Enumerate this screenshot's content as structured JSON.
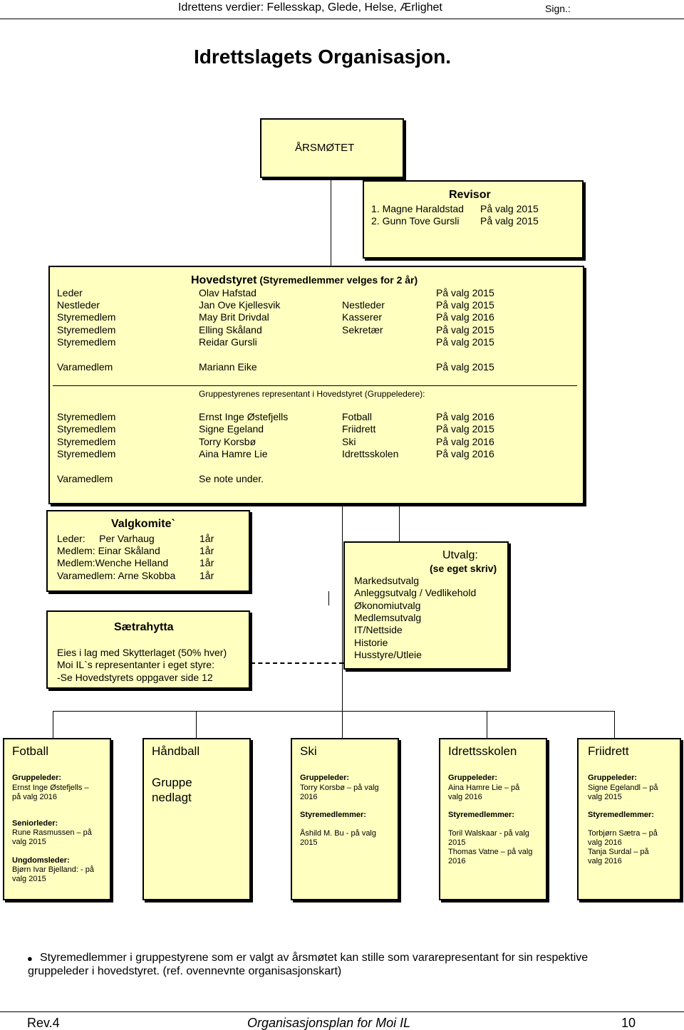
{
  "header": {
    "title": "Idrettens verdier: Fellesskap, Glede, Helse, Ærlighet",
    "sign": "Sign.:"
  },
  "page_title": "Idrettslagets Organisasjon.",
  "arsmote": {
    "title": "ÅRSMØTET"
  },
  "revisor": {
    "title": "Revisor",
    "rows": [
      {
        "name": "1. Magne Haraldstad",
        "valg": "På valg 2015"
      },
      {
        "name": "2. Gunn Tove Gursli",
        "valg": "På valg 2015"
      }
    ]
  },
  "hovedstyret": {
    "title": "Hovedstyret",
    "subtitle": "(Styremedlemmer velges for 2 år)",
    "members": [
      {
        "role": "Leder",
        "name": "Olav Hafstad",
        "extra": "",
        "valg": "På valg 2015"
      },
      {
        "role": "Nestleder",
        "name": "Jan Ove Kjellesvik",
        "extra": "Nestleder",
        "valg": "På valg 2015"
      },
      {
        "role": "Styremedlem",
        "name": "May Brit Drivdal",
        "extra": "Kasserer",
        "valg": "På valg 2016"
      },
      {
        "role": "Styremedlem",
        "name": "Elling Skåland",
        "extra": "Sekretær",
        "valg": "På valg 2015"
      },
      {
        "role": "Styremedlem",
        "name": "Reidar Gursli",
        "extra": "",
        "valg": "På valg 2015"
      }
    ],
    "varamedlem": {
      "role": "Varamedlem",
      "name": "Mariann Eike",
      "valg": "På valg 2015"
    },
    "group_heading": "Gruppestyrenes representant i Hovedstyret (Gruppeledere):",
    "group_members": [
      {
        "role": "Styremedlem",
        "name": "Ernst Inge Østefjells",
        "extra": "Fotball",
        "valg": "På valg 2016"
      },
      {
        "role": "Styremedlem",
        "name": "Signe Egeland",
        "extra": "Friidrett",
        "valg": "På valg 2015"
      },
      {
        "role": "Styremedlem",
        "name": "Torry Korsbø",
        "extra": "Ski",
        "valg": "På valg 2016"
      },
      {
        "role": "Styremedlem",
        "name": "Aina Hamre Lie",
        "extra": "Idrettsskolen",
        "valg": "På valg 2016"
      }
    ],
    "group_vara": {
      "role": "Varamedlem",
      "name": "Se note under."
    }
  },
  "valgkomite": {
    "title": "Valgkomite`",
    "rows": [
      {
        "label": "Leder:     Per Varhaug",
        "term": "1år"
      },
      {
        "label": "Medlem: Einar Skåland",
        "term": "1år"
      },
      {
        "label": "Medlem:Wenche Helland",
        "term": "1år"
      },
      {
        "label": "Varamedlem: Arne Skobba",
        "term": "1år"
      }
    ]
  },
  "saetrahytta": {
    "title": "Sætrahytta",
    "lines": [
      "Eies i lag med Skytterlaget (50% hver)",
      "Moi IL`s representanter i eget styre:",
      "-Se Hovedstyrets oppgaver side 12"
    ]
  },
  "utvalg": {
    "title": "Utvalg:",
    "subtitle": "(se eget skriv)",
    "items": [
      "Markedsutvalg",
      "Anleggsutvalg / Vedlikehold",
      "Økonomiutvalg",
      "Medlemsutvalg",
      "IT/Nettside",
      "Historie",
      "Husstyre/Utleie"
    ]
  },
  "groups": {
    "fotball": {
      "name": "Fotball",
      "l1": "Gruppeleder:",
      "v1a": "Ernst Inge Østefjells  –",
      "v1b": "på valg 2016",
      "l2": "Seniorleder:",
      "v2a": "Rune Rasmussen  – på",
      "v2b": "valg 2015",
      "l3": "Ungdomsleder:",
      "v3a": "Bjørn Ivar Bjelland: - på",
      "v3b": "valg 2015"
    },
    "handball": {
      "name": "Håndball",
      "note1": "Gruppe",
      "note2": "nedlagt"
    },
    "ski": {
      "name": "Ski",
      "l1": "Gruppeleder:",
      "v1a": "Torry Korsbø  – på valg",
      "v1b": "2016",
      "l2": "Styremedlemmer:",
      "v2a": "Åshild M. Bu - på valg",
      "v2b": "2015"
    },
    "idrettsskolen": {
      "name": "Idrettsskolen",
      "l1": "Gruppeleder:",
      "v1a": "Aina Hamre Lie  – på",
      "v1b": "valg 2016",
      "l2": "Styremedlemmer:",
      "v2a": "Toril Walskaar - på valg",
      "v2b": "2015",
      "v2c": "Thomas Vatne  – på valg",
      "v2d": "2016"
    },
    "friidrett": {
      "name": "Friidrett",
      "l1": "Gruppeleder:",
      "v1a": "Signe Egelandl  – på",
      "v1b": "valg 2015",
      "l2": "Styremedlemmer:",
      "v2a": "Torbjørn Sætra  – på",
      "v2b": "valg 2016",
      "v2c": "Tanja Surdal  – på",
      "v2d": "valg 2016"
    }
  },
  "note": {
    "bullet": "●",
    "line1": "Styremedlemmer i gruppestyrene som er valgt av årsmøtet kan stille som vararepresentant for sin respektive",
    "line2": "gruppeleder i hovedstyret. (ref. ovennevnte organisasjonskart)"
  },
  "footer": {
    "rev": "Rev.4",
    "title": "Organisasjonsplan for Moi IL",
    "page": "10"
  }
}
